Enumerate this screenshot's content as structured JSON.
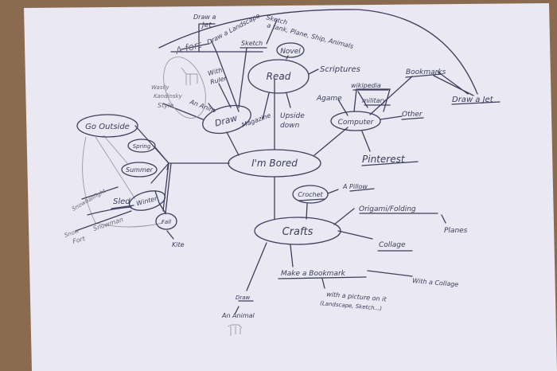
{
  "center": "I'm Bored",
  "read": {
    "label": "Read",
    "novel": "Novel",
    "scriptures": "Scriptures",
    "upside_down_1": "Upside",
    "upside_down_2": "down",
    "magazine": "Magazine"
  },
  "draw": {
    "label": "Draw",
    "with_ruler_1": "With",
    "with_ruler_2": "Ruler",
    "an_animal": "An Anim",
    "kandinsky_1": "Wasily",
    "kandinsky_2": "Kandinsky",
    "kandinsky_3": "Style",
    "sketch": "Sketch",
    "landscape": "Draw a Landscape",
    "jet_1": "Draw a",
    "jet_2": "Jet",
    "fort": "A fort",
    "sketch_list_1": "Sketch",
    "sketch_list_2": "a tank, Plane, Ship, Animals"
  },
  "computer": {
    "label": "Computer",
    "agame": "Agame",
    "wikipedia": "wikipedia",
    "military": "military",
    "bookmarks": "Bookmarks",
    "other": "Other",
    "pinterest": "Pinterest",
    "draw_a_jet": "Draw a Jet"
  },
  "outside": {
    "label": "Go Outside",
    "spring": "Spring",
    "summer": "Summer",
    "winter": "Winter",
    "fall": "Fall",
    "kite": "Kite",
    "sled": "Sled",
    "snowball": "Snowballfight",
    "snowman": "Snowman",
    "snow_fort_1": "Snow",
    "snow_fort_2": "Fort"
  },
  "crafts": {
    "label": "Crafts",
    "crochet": "Crochet",
    "pillow": "A Pillow",
    "origami": "Origami/Folding",
    "planes": "Planes",
    "collage": "Collage",
    "bookmark": "Make a Bookmark",
    "with_collage": "With a Collage",
    "picture_1": "with a picture on it",
    "picture_2": "(Landscape, Sketch...)",
    "draw": "Draw",
    "animal": "An Animal"
  }
}
